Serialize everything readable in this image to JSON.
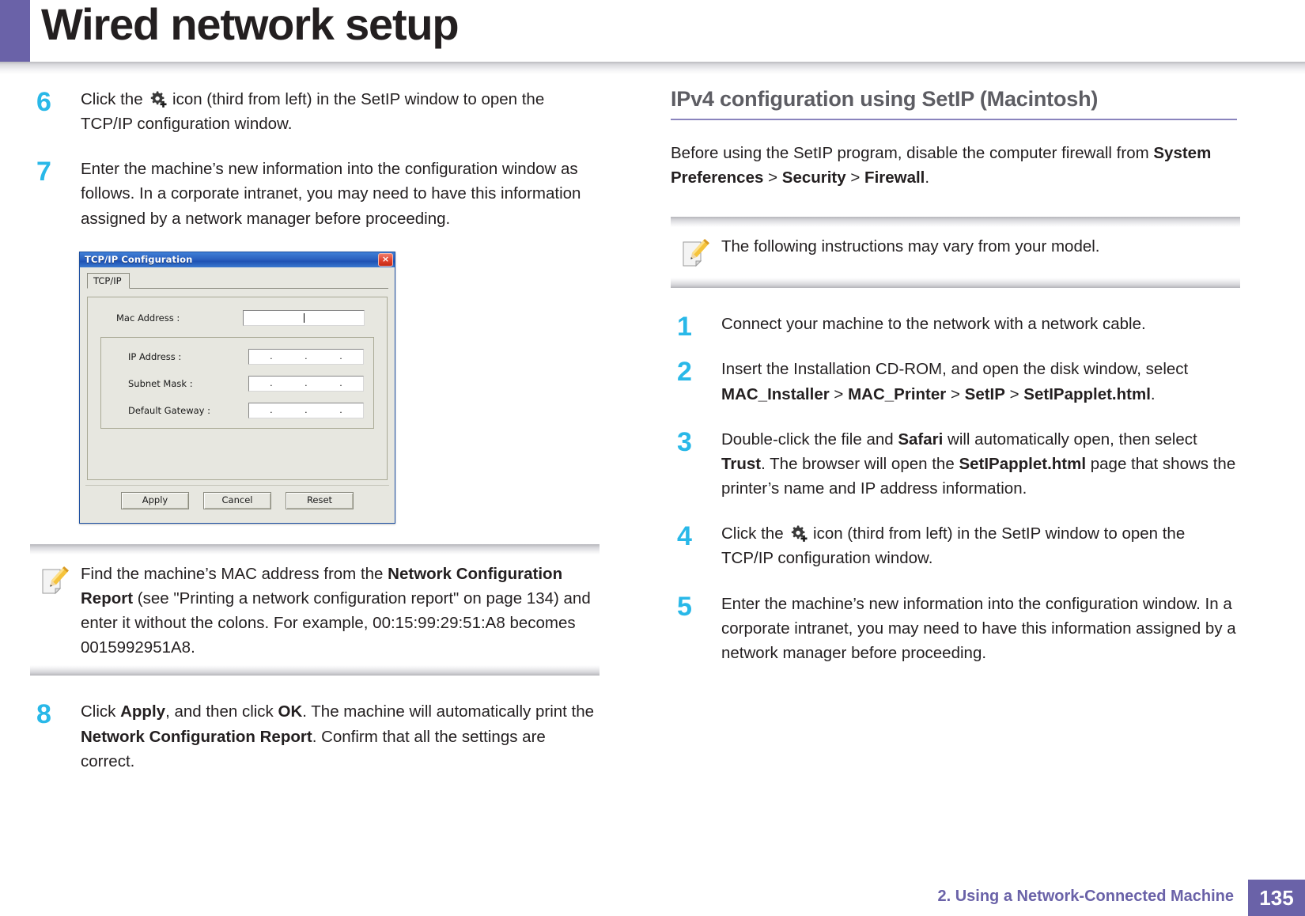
{
  "header": {
    "title": "Wired network setup",
    "accent_color": "#6a62a8"
  },
  "left_column": {
    "steps": [
      {
        "num": "6",
        "text_before_icon": "Click the ",
        "icon": "gear-plus-icon",
        "text_after_icon": " icon (third from left) in the SetIP window to open the TCP/IP configuration window."
      },
      {
        "num": "7",
        "text": "Enter the machine’s new information into the configuration window as follows. In a corporate intranet, you may need to have this information assigned by a network manager before proceeding."
      }
    ],
    "dialog": {
      "title": "TCP/IP Configuration",
      "close_label": "×",
      "tab_label": "TCP/IP",
      "fields": [
        {
          "label": "Mac Address :",
          "value": "",
          "type": "text"
        },
        {
          "label": "IP Address :",
          "value": "   .      .      .   ",
          "type": "ip"
        },
        {
          "label": "Subnet Mask :",
          "value": "   .      .      .   ",
          "type": "ip"
        },
        {
          "label": "Default Gateway :",
          "value": "   .      .      .   ",
          "type": "ip"
        }
      ],
      "buttons": [
        "Apply",
        "Cancel",
        "Reset"
      ]
    },
    "note": {
      "icon": "note-pencil-icon",
      "part1": "Find the machine’s MAC address from the ",
      "bold1": "Network Configuration Report",
      "part2": " (see \"Printing a network configuration report\" on page 134) and enter it without the colons. For example, 00:15:99:29:51:A8 becomes 0015992951A8."
    },
    "step8": {
      "num": "8",
      "p1": "Click ",
      "b1": "Apply",
      "p2": ", and then click ",
      "b2": "OK",
      "p3": ". The machine will automatically print the ",
      "b3": "Network Configuration Report",
      "p4": ". Confirm that all the settings are correct."
    }
  },
  "right_column": {
    "heading": "IPv4 configuration using SetIP (Macintosh)",
    "rule_color": "#8a84bd",
    "intro": {
      "p1": "Before using the SetIP program, disable the computer firewall from ",
      "b1": "System Preferences",
      "sep1": " > ",
      "b2": "Security",
      "sep2": " > ",
      "b3": "Firewall",
      "p2": "."
    },
    "note": {
      "icon": "note-pencil-icon",
      "text": "The following instructions may vary from your model."
    },
    "steps": [
      {
        "num": "1",
        "text": "Connect your machine to the network with a network cable."
      },
      {
        "num": "2",
        "p1": "Insert the Installation CD-ROM, and open the disk window, select ",
        "b1": "MAC_Installer",
        "s1": " > ",
        "b2": "MAC_Printer",
        "s2": " > ",
        "b3": "SetIP",
        "s3": " > ",
        "b4": "SetIPapplet.html",
        "p2": "."
      },
      {
        "num": "3",
        "p1": "Double-click the file and ",
        "b1": "Safari",
        "p2": " will automatically open, then select ",
        "b2": "Trust",
        "p3": ". The browser will open the ",
        "b3": "SetIPapplet.html",
        "p4": " page that shows the printer’s name and IP address information."
      },
      {
        "num": "4",
        "text_before_icon": "Click the ",
        "icon": "gear-plus-icon",
        "text_after_icon": " icon (third from left) in the SetIP window to open the TCP/IP configuration window."
      },
      {
        "num": "5",
        "text": "Enter the machine’s new information into the configuration window. In a corporate intranet, you may need to have this information assigned by a network manager before proceeding."
      }
    ]
  },
  "footer": {
    "chapter": "2.  Using a Network-Connected Machine",
    "page": "135",
    "color": "#6a62a8"
  }
}
